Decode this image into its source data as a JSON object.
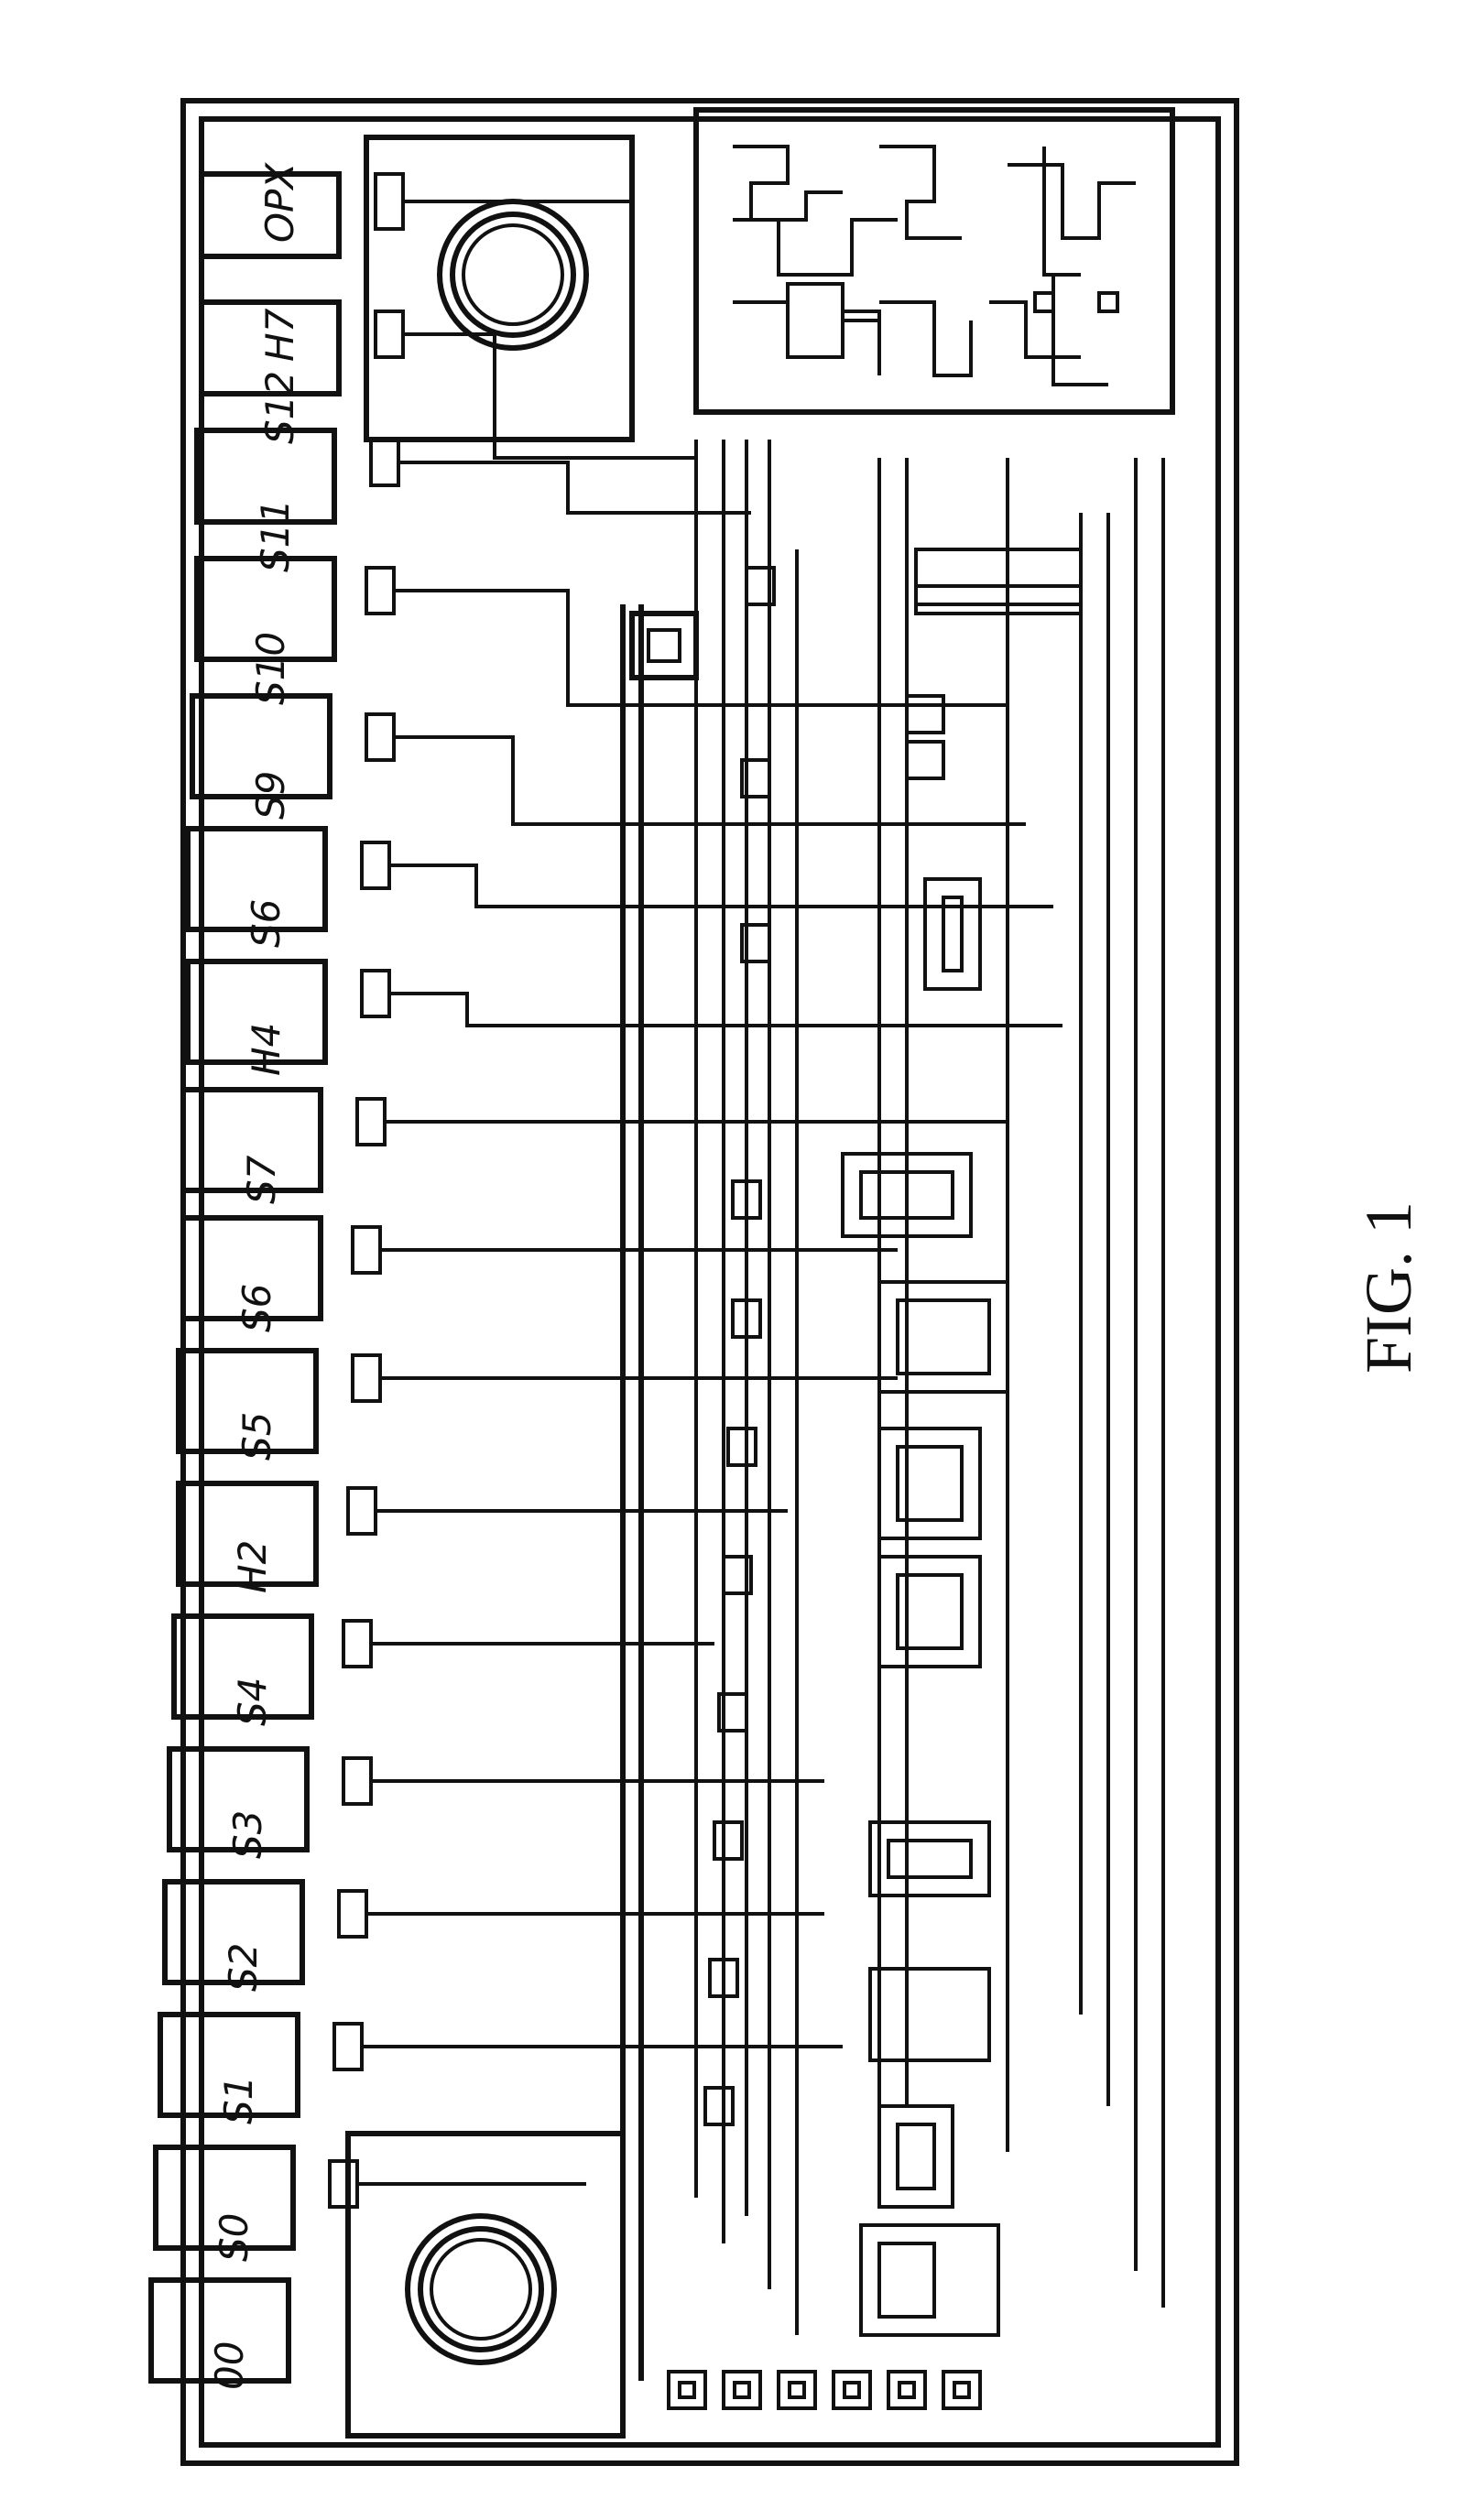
{
  "figure": {
    "caption": "FIG. 1",
    "pad_labels": [
      "00",
      "S0",
      "S1",
      "S2",
      "S3",
      "S4",
      "H2",
      "S5",
      "S6",
      "S7",
      "H4",
      "S6",
      "S9",
      "S10",
      "S11",
      "S12",
      "H7",
      "OPX"
    ]
  }
}
